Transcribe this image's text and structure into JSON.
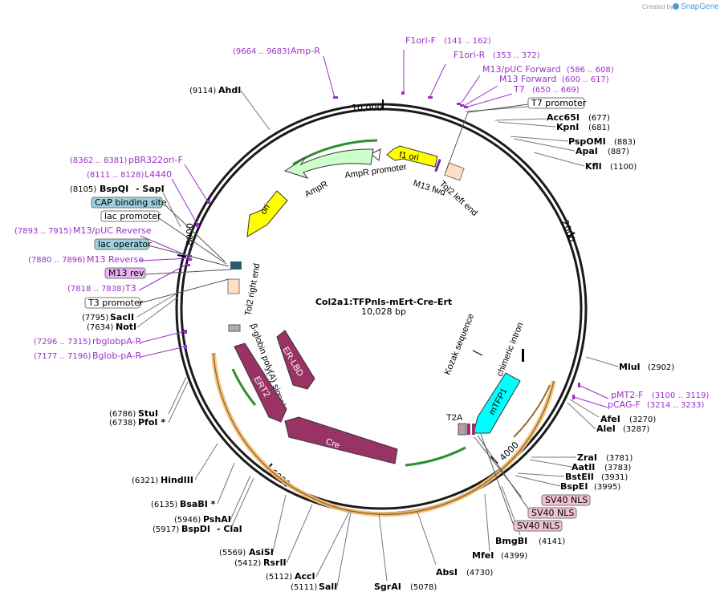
{
  "credit": {
    "prefix": "Created by",
    "brand": "SnapGene"
  },
  "plasmid": {
    "name": "Col2a1:TFPnls-mErt-Cre-Ert",
    "size_label": "10,028 bp"
  },
  "ticks": [
    "10,000",
    "2000",
    "4000",
    "6000",
    "8000"
  ],
  "sites_right": [
    {
      "name": "Acc65I",
      "pos": "(677)"
    },
    {
      "name": "KpnI",
      "pos": "(681)"
    },
    {
      "name": "PspOMI",
      "pos": "(883)"
    },
    {
      "name": "ApaI",
      "pos": "(887)"
    },
    {
      "name": "KflI",
      "pos": "(1100)"
    },
    {
      "name": "MluI",
      "pos": "(2902)"
    },
    {
      "name": "AfeI",
      "pos": "(3270)"
    },
    {
      "name": "AleI",
      "pos": "(3287)"
    },
    {
      "name": "ZraI",
      "pos": "(3781)"
    },
    {
      "name": "AatII",
      "pos": "(3783)"
    },
    {
      "name": "BstEII",
      "pos": "(3931)"
    },
    {
      "name": "BspEI",
      "pos": "(3995)"
    },
    {
      "name": "BmgBI",
      "pos": "(4141)"
    },
    {
      "name": "MfeI",
      "pos": "(4399)"
    },
    {
      "name": "AbsI",
      "pos": "(4730)"
    },
    {
      "name": "SgrAI",
      "pos": "(5078)"
    }
  ],
  "sites_left": [
    {
      "name": "AhdI",
      "pos": "(9114)"
    },
    {
      "name": "BspQI",
      "pos": "(8105)"
    },
    {
      "name": "SapI",
      "pos": ""
    },
    {
      "name": "SacII",
      "pos": "(7795)"
    },
    {
      "name": "NotI",
      "pos": "(7634)"
    },
    {
      "name": "StuI",
      "pos": "(6786)"
    },
    {
      "name": "PfoI *",
      "pos": "(6738)"
    },
    {
      "name": "HindIII",
      "pos": "(6321)"
    },
    {
      "name": "BsaBI *",
      "pos": "(6135)"
    },
    {
      "name": "PshAI",
      "pos": "(5946)"
    },
    {
      "name": "BspDI",
      "pos": "(5917)"
    },
    {
      "name": "ClaI",
      "pos": ""
    },
    {
      "name": "AsiSI",
      "pos": "(5569)"
    },
    {
      "name": "RsrII",
      "pos": "(5412)"
    },
    {
      "name": "AccI",
      "pos": "(5112)"
    },
    {
      "name": "SalI",
      "pos": "(5111)"
    }
  ],
  "primers": [
    {
      "name": "Amp-R",
      "pos": "(9664 .. 9683)"
    },
    {
      "name": "F1ori-F",
      "pos": "(141 .. 162)"
    },
    {
      "name": "F1ori-R",
      "pos": "(353 .. 372)"
    },
    {
      "name": "M13/pUC Forward",
      "pos": "(586 .. 608)"
    },
    {
      "name": "M13 Forward",
      "pos": "(600 .. 617)"
    },
    {
      "name": "T7",
      "pos": "(650 .. 669)"
    },
    {
      "name": "pBR322ori-F",
      "pos": "(8362 .. 8381)"
    },
    {
      "name": "L4440",
      "pos": "(8111 .. 8128)"
    },
    {
      "name": "M13/pUC Reverse",
      "pos": "(7893 .. 7915)"
    },
    {
      "name": "M13 Reverse",
      "pos": "(7880 .. 7896)"
    },
    {
      "name": "T3",
      "pos": "(7818 .. 7838)"
    },
    {
      "name": "rbglobpA-R",
      "pos": "(7296 .. 7315)"
    },
    {
      "name": "Bglob-pA-R",
      "pos": "(7177 .. 7196)"
    },
    {
      "name": "pMT2-F",
      "pos": "(3100 .. 3119)"
    },
    {
      "name": "pCAG-F",
      "pos": "(3214 .. 3233)"
    }
  ],
  "boxed": [
    {
      "name": "T7 promoter"
    },
    {
      "name": "CAP binding site"
    },
    {
      "name": "lac promoter"
    },
    {
      "name": "lac operator"
    },
    {
      "name": "M13 rev"
    },
    {
      "name": "T3 promoter"
    },
    {
      "name": "SV40 NLS"
    },
    {
      "name": "SV40 NLS"
    },
    {
      "name": "SV40 NLS"
    }
  ],
  "features": [
    {
      "name": "f1 ori"
    },
    {
      "name": "AmpR promoter"
    },
    {
      "name": "AmpR"
    },
    {
      "name": "ori"
    },
    {
      "name": "M13 fwd"
    },
    {
      "name": "Tol2 left end"
    },
    {
      "name": "Tol2 right end"
    },
    {
      "name": "β-globin poly(A) signal"
    },
    {
      "name": "ER-LBD"
    },
    {
      "name": "ERT2"
    },
    {
      "name": "Cre"
    },
    {
      "name": "mTFP1"
    },
    {
      "name": "T2A"
    },
    {
      "name": "Kozak sequence"
    },
    {
      "name": "chimeric intron"
    }
  ],
  "colors": {
    "backbone": "#1a1a1a",
    "primer": "#9b30c8",
    "f1ori": "#ffff00",
    "ampr": "#ccffcc",
    "ori": "#ffff00",
    "cre": "#993366",
    "mtfp1": "#00ffff",
    "orf": "#f6c27a",
    "cap_box": "#9dd0dc",
    "mrev_box": "#e8b4f0",
    "sv40_box": "#f2c2cf"
  }
}
